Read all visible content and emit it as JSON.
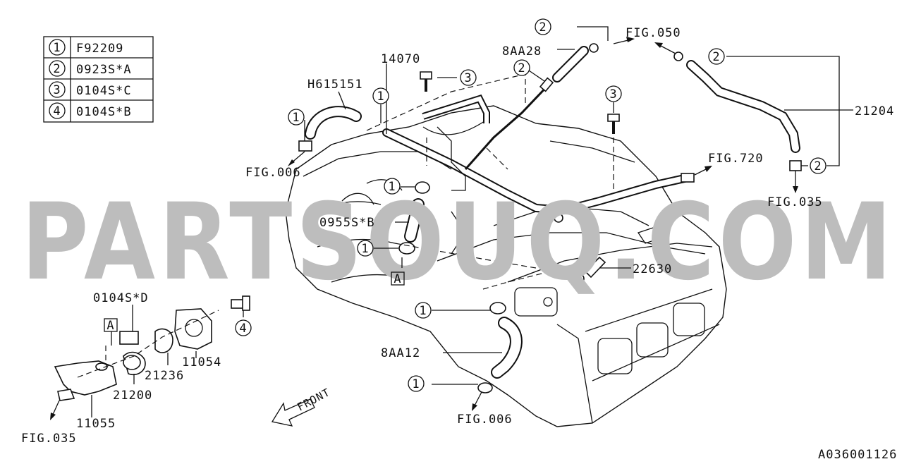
{
  "legend": [
    {
      "num": "1",
      "code": "F92209"
    },
    {
      "num": "2",
      "code": "0923S*A"
    },
    {
      "num": "3",
      "code": "0104S*C"
    },
    {
      "num": "4",
      "code": "0104S*B"
    }
  ],
  "labels": {
    "h615151": "H615151",
    "p14070": "14070",
    "p8aa28": "8AA28",
    "fig050": "FIG.050",
    "p21204": "21204",
    "fig006_top": "FIG.006",
    "fig720": "FIG.720",
    "fig035_right": "FIG.035",
    "p0955sb": "0955S*B",
    "p22630": "22630",
    "p0104sd": "0104S*D",
    "p11054": "11054",
    "p21236": "21236",
    "p21200": "21200",
    "p11055": "11055",
    "fig035_left": "FIG.035",
    "p8aa12": "8AA12",
    "fig006_bottom": "FIG.006",
    "front": "FRONT",
    "box_a1": "A",
    "box_a2": "A",
    "drawing_code": "A036001126"
  },
  "callouts": {
    "c1a": "1",
    "c1b": "1",
    "c1c": "1",
    "c1d": "1",
    "c1e": "1",
    "c1f": "1",
    "c2a": "2",
    "c2b": "2",
    "c2c": "2",
    "c2d": "2",
    "c3a": "3",
    "c3b": "3",
    "c4a": "4"
  },
  "watermark": "PARTSOUQ.COM"
}
